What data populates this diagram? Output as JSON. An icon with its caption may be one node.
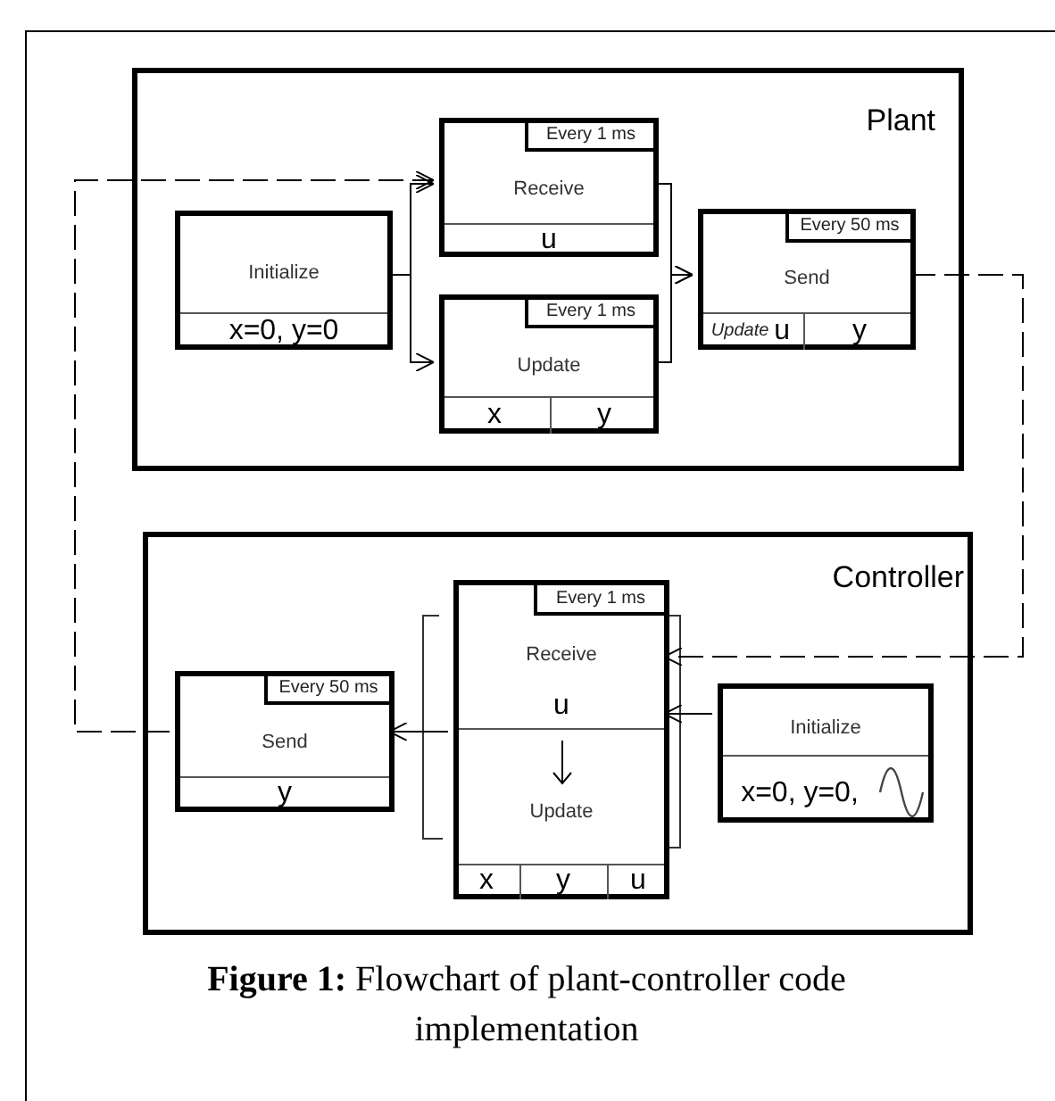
{
  "diagram": {
    "caption": "**Figure 1:** Flowchart of plant-controller code implementation",
    "nodes": [
      {
        "text": [
          "Plant"
        ]
      },
      {
        "text": [
          "Initialize",
          "x=0, y=0"
        ],
        "in": 0
      },
      {
        "text": [
          "Every 1 ms",
          "Receive",
          "u"
        ],
        "in": 0
      },
      {
        "text": [
          "Every 1 ms",
          "Update",
          "x",
          "y"
        ],
        "in": 0
      },
      {
        "text": [
          "Every 50 ms",
          "Send",
          "*Update* u",
          "y"
        ],
        "in": 0
      },
      {
        "text": [
          "Controller"
        ]
      },
      {
        "text": [
          "Every 50 ms",
          "Send",
          "y"
        ],
        "in": 5
      },
      {
        "text": [
          "Every 1 ms",
          "Receive",
          "u",
          "Update",
          "x",
          "y",
          "u"
        ],
        "in": 5
      },
      {
        "text": [
          "Initialize",
          "x=0, y=0,"
        ],
        "in": 5
      }
    ],
    "edges": [
      {
        "from": 1,
        "to": 2,
        "arrow": "to"
      },
      {
        "from": 1,
        "to": 3,
        "arrow": "to"
      },
      {
        "from": 2,
        "to": 4,
        "arrow": "to"
      },
      {
        "from": 3,
        "to": 4,
        "arrow": "to"
      },
      {
        "from": 4,
        "to": 7,
        "arrow": "to",
        "style": "dashed"
      },
      {
        "from": 6,
        "to": 2,
        "arrow": "to",
        "style": "dashed"
      },
      {
        "from": 8,
        "to": 7,
        "arrow": "to"
      },
      {
        "from": 7,
        "to": 6,
        "arrow": "to"
      }
    ]
  }
}
